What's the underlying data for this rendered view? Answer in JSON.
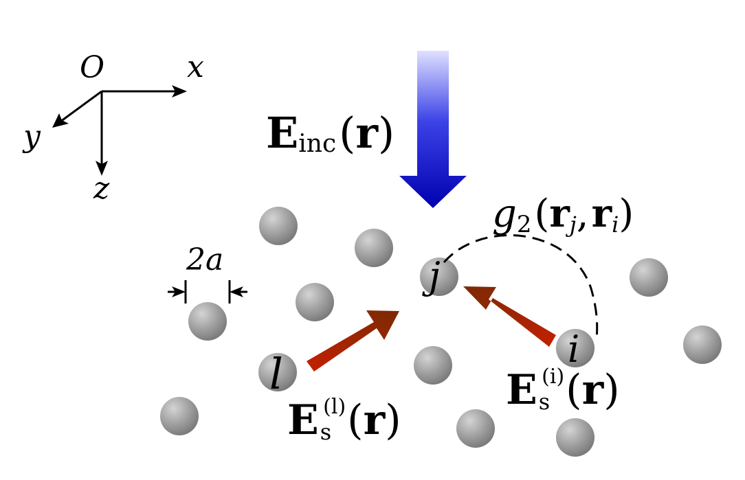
{
  "axes": {
    "origin": "O",
    "x": "x",
    "y": "y",
    "z": "z"
  },
  "incident_field": {
    "E": "E",
    "sub": "inc",
    "open": "(",
    "r": "r",
    "close": ")"
  },
  "pair_correlation": {
    "g": "g",
    "sub": "2",
    "open": "(",
    "r1": "r",
    "r1_sub": "j",
    "comma": ",",
    "r2": "r",
    "r2_sub": "i",
    "close": ")"
  },
  "diameter_label": "2a",
  "particle_labels": {
    "j": "j",
    "i": "i",
    "l": "l"
  },
  "scattered_field_l": {
    "E": "E",
    "sub": "s",
    "sup": "(l)",
    "open": "(",
    "r": "r",
    "close": ")"
  },
  "scattered_field_i": {
    "E": "E",
    "sub": "s",
    "sup": "(i)",
    "open": "(",
    "r": "r",
    "close": ")"
  },
  "colors": {
    "particle": "#9a9a9a",
    "incident_arrow_top": "#d8dcff",
    "incident_arrow_bottom": "#0000b8",
    "scattered_arrow_start": "#bb2000",
    "scattered_arrow_end": "#7a2a05"
  }
}
